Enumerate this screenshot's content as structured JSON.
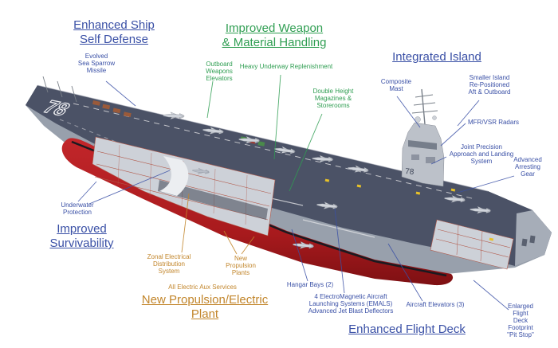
{
  "colors": {
    "callout_blue": "#3a50a6",
    "callout_green": "#2f9e52",
    "callout_orange": "#c2862c",
    "hull_red": "#b21d20",
    "deck_gray_blue": "#4b5266",
    "hull_gray": "#98a0ac"
  },
  "ship": {
    "hull_number": "78"
  },
  "sections": {
    "self_defense": {
      "heading": "Enhanced Ship\nSelf Defense",
      "items": {
        "essm": "Evolved\nSea Sparrow\nMissile"
      }
    },
    "weapon_handling": {
      "heading": "Improved Weapon\n& Material Handling",
      "items": {
        "owe": "Outboard\nWeapons\nElevators",
        "hur": "Heavy Underway Replenishment",
        "dhm": "Double Height\nMagazines &\nStorerooms"
      }
    },
    "island": {
      "heading": "Integrated Island",
      "items": {
        "mast": "Composite\nMast",
        "smaller": "Smaller Island\nRe-Positioned\nAft & Outboard",
        "radars": "MFR/VSR Radars",
        "jpals": "Joint Precision\nApproach and Landing\nSystem"
      }
    },
    "survivability": {
      "heading": "Improved\nSurvivability",
      "items": {
        "underwater": "Underwater\nProtection"
      }
    },
    "propulsion": {
      "heading": "New Propulsion/Electric\nPlant",
      "items": {
        "zeds": "Zonal Electrical\nDistribution\nSystem",
        "aux": "All Electric Aux Services",
        "plants": "New\nPropulsion\nPlants"
      }
    },
    "flight_deck": {
      "heading": "Enhanced Flight Deck",
      "items": {
        "aag": "Advanced\nArresting\nGear",
        "hangar": "Hangar Bays (2)",
        "emals": "4 ElectroMagnetic Aircraft\nLaunching Systems (EMALS)\nAdvanced Jet Blast Deflectors",
        "elevators": "Aircraft Elevators (3)",
        "pitstop": "Enlarged\nFlight\nDeck\nFootprint\n\"Pit Stop\""
      }
    }
  }
}
